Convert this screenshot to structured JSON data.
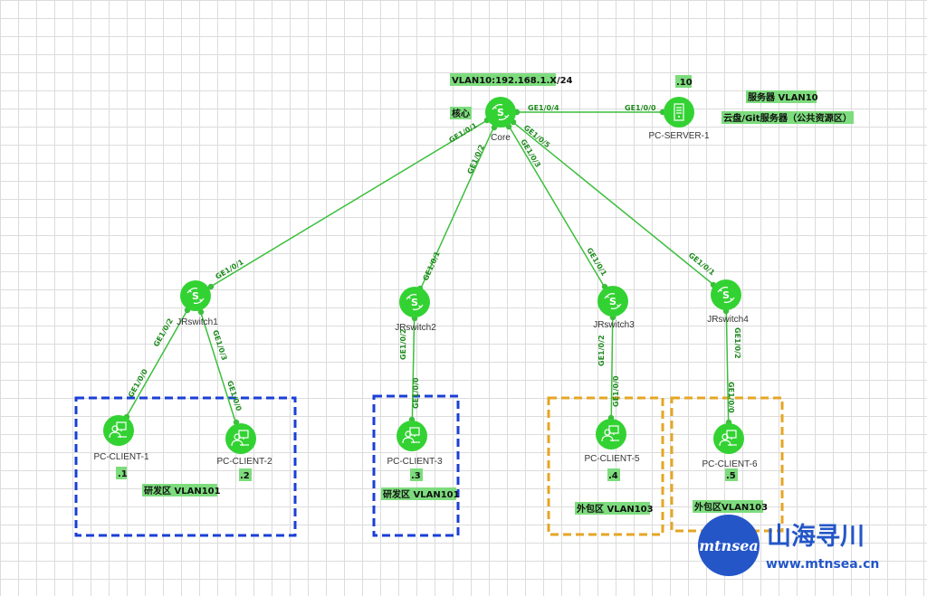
{
  "colors": {
    "link": "#3cbf3c",
    "node": "#33d233",
    "tag": "#7ddc7d",
    "box_blue": "#1a3fd6",
    "box_orange": "#e5a624",
    "watermark": "#2456c8"
  },
  "nodes": {
    "core": {
      "label": "Core",
      "icon": "switch-icon"
    },
    "server": {
      "label": "PC-SERVER-1",
      "icon": "server-icon"
    },
    "sw1": {
      "label": "JRswitch1",
      "icon": "switch-icon"
    },
    "sw2": {
      "label": "JRswitch2",
      "icon": "switch-icon"
    },
    "sw3": {
      "label": "JRswitch3",
      "icon": "switch-icon"
    },
    "sw4": {
      "label": "JRswitch4",
      "icon": "switch-icon"
    },
    "c1": {
      "label": "PC-CLIENT-1",
      "icon": "pc-client-icon"
    },
    "c2": {
      "label": "PC-CLIENT-2",
      "icon": "pc-client-icon"
    },
    "c3": {
      "label": "PC-CLIENT-3",
      "icon": "pc-client-icon"
    },
    "c5": {
      "label": "PC-CLIENT-5",
      "icon": "pc-client-icon"
    },
    "c6": {
      "label": "PC-CLIENT-6",
      "icon": "pc-client-icon"
    }
  },
  "ports": {
    "core_server": "GE1/0/4",
    "server_core": "GE1/0/0",
    "core_sw1": "GE1/0/1",
    "sw1_core": "GE1/0/1",
    "core_sw2": "GE1/0/2",
    "sw2_core": "GE1/0/1",
    "core_sw3": "GE1/0/3",
    "sw3_core": "GE1/0/1",
    "core_sw4": "GE1/0/5",
    "sw4_core": "GE1/0/1",
    "sw1_c1": "GE1/0/2",
    "c1_sw1": "GE1/0/0",
    "sw1_c2": "GE1/0/3",
    "c2_sw1": "GE1/0/0",
    "sw2_c3": "GE1/0/2",
    "c3_sw2": "GE1/0/0",
    "sw3_c5": "GE1/0/2",
    "c5_sw3": "GE1/0/0",
    "sw4_c6": "GE1/0/2",
    "c6_sw4": "GE1/0/0"
  },
  "tags": {
    "vlan10_subnet": "VLAN10:192.168.1.X/24",
    "core_cn": "核心",
    "server_ip": ".10",
    "server_vlan": "服务器 VLAN10",
    "server_desc": "云盘/Git服务器（公共资源区）",
    "c1_ip": ".1",
    "c2_ip": ".2",
    "c3_ip": ".3",
    "c5_ip": ".4",
    "c6_ip": ".5",
    "zone1": "研发区 VLAN101",
    "zone2": "研发区 VLAN101",
    "zone3": "外包区 VLAN103",
    "zone4": "外包区VLAN103"
  },
  "watermark": {
    "logo_text": "mtnsea",
    "name": "山海寻川",
    "url": "www.mtnsea.cn"
  }
}
